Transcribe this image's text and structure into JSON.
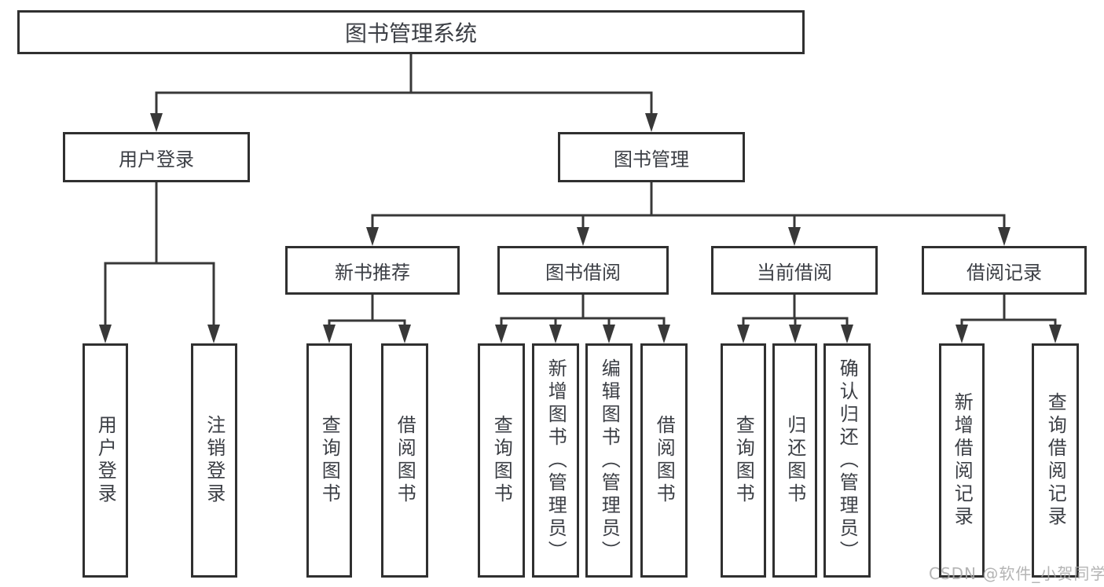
{
  "diagram": {
    "root": {
      "label": "图书管理系统"
    },
    "branches": [
      {
        "label": "用户登录",
        "children": [
          {
            "label": "用户登录"
          },
          {
            "label": "注销登录"
          }
        ]
      },
      {
        "label": "图书管理",
        "children": [
          {
            "label": "新书推荐",
            "children": [
              {
                "label": "查询图书"
              },
              {
                "label": "借阅图书"
              }
            ]
          },
          {
            "label": "图书借阅",
            "children": [
              {
                "label": "查询图书"
              },
              {
                "label": "新增图书（管理员）"
              },
              {
                "label": "编辑图书（管理员）"
              },
              {
                "label": "借阅图书"
              }
            ]
          },
          {
            "label": "当前借阅",
            "children": [
              {
                "label": "查询图书"
              },
              {
                "label": "归还图书"
              },
              {
                "label": "确认归还（管理员）"
              }
            ]
          },
          {
            "label": "借阅记录",
            "children": [
              {
                "label": "新增借阅记录"
              },
              {
                "label": "查询借阅记录"
              }
            ]
          }
        ]
      }
    ]
  },
  "watermark": {
    "text": "CSDN @软件_小贺同学"
  },
  "colors": {
    "line": "#383838",
    "border": "#303030",
    "text": "#3b3e44",
    "watermark": "#a7a7a7",
    "background": "#ffffff"
  }
}
